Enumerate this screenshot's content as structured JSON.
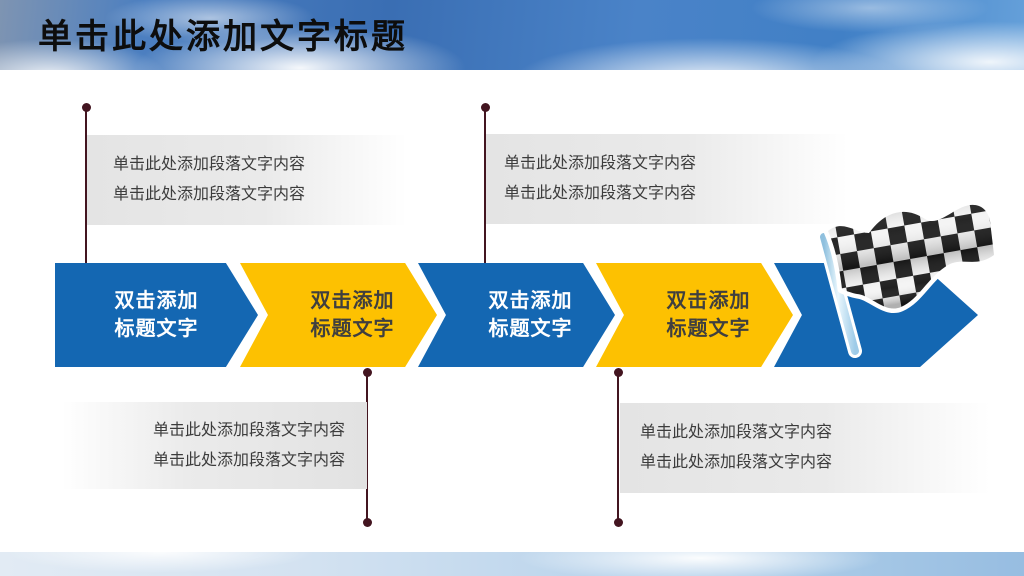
{
  "title": {
    "text": "单击此处添加文字标题"
  },
  "steps": [
    {
      "line1": "双击添加",
      "line2": "标题文字",
      "style": "blue"
    },
    {
      "line1": "双击添加",
      "line2": "标题文字",
      "style": "yellow"
    },
    {
      "line1": "双击添加",
      "line2": "标题文字",
      "style": "blue"
    },
    {
      "line1": "双击添加",
      "line2": "标题文字",
      "style": "yellow"
    }
  ],
  "finish": {
    "icon": "checkered-flag"
  },
  "callouts": [
    {
      "position": "top-left",
      "line1": "单击此处添加段落文字内容",
      "line2": "单击此处添加段落文字内容"
    },
    {
      "position": "top-center",
      "line1": "单击此处添加段落文字内容",
      "line2": "单击此处添加段落文字内容"
    },
    {
      "position": "bottom-left",
      "line1": "单击此处添加段落文字内容",
      "line2": "单击此处添加段落文字内容"
    },
    {
      "position": "bottom-right",
      "line1": "单击此处添加段落文字内容",
      "line2": "单击此处添加段落文字内容"
    }
  ],
  "colors": {
    "chevron_blue": "#1467b2",
    "chevron_yellow": "#fdc101",
    "connector": "#431520",
    "callout_gray": "#e4e4e4",
    "title_text": "#0d0d0d",
    "body_text": "#3c3c3c"
  }
}
